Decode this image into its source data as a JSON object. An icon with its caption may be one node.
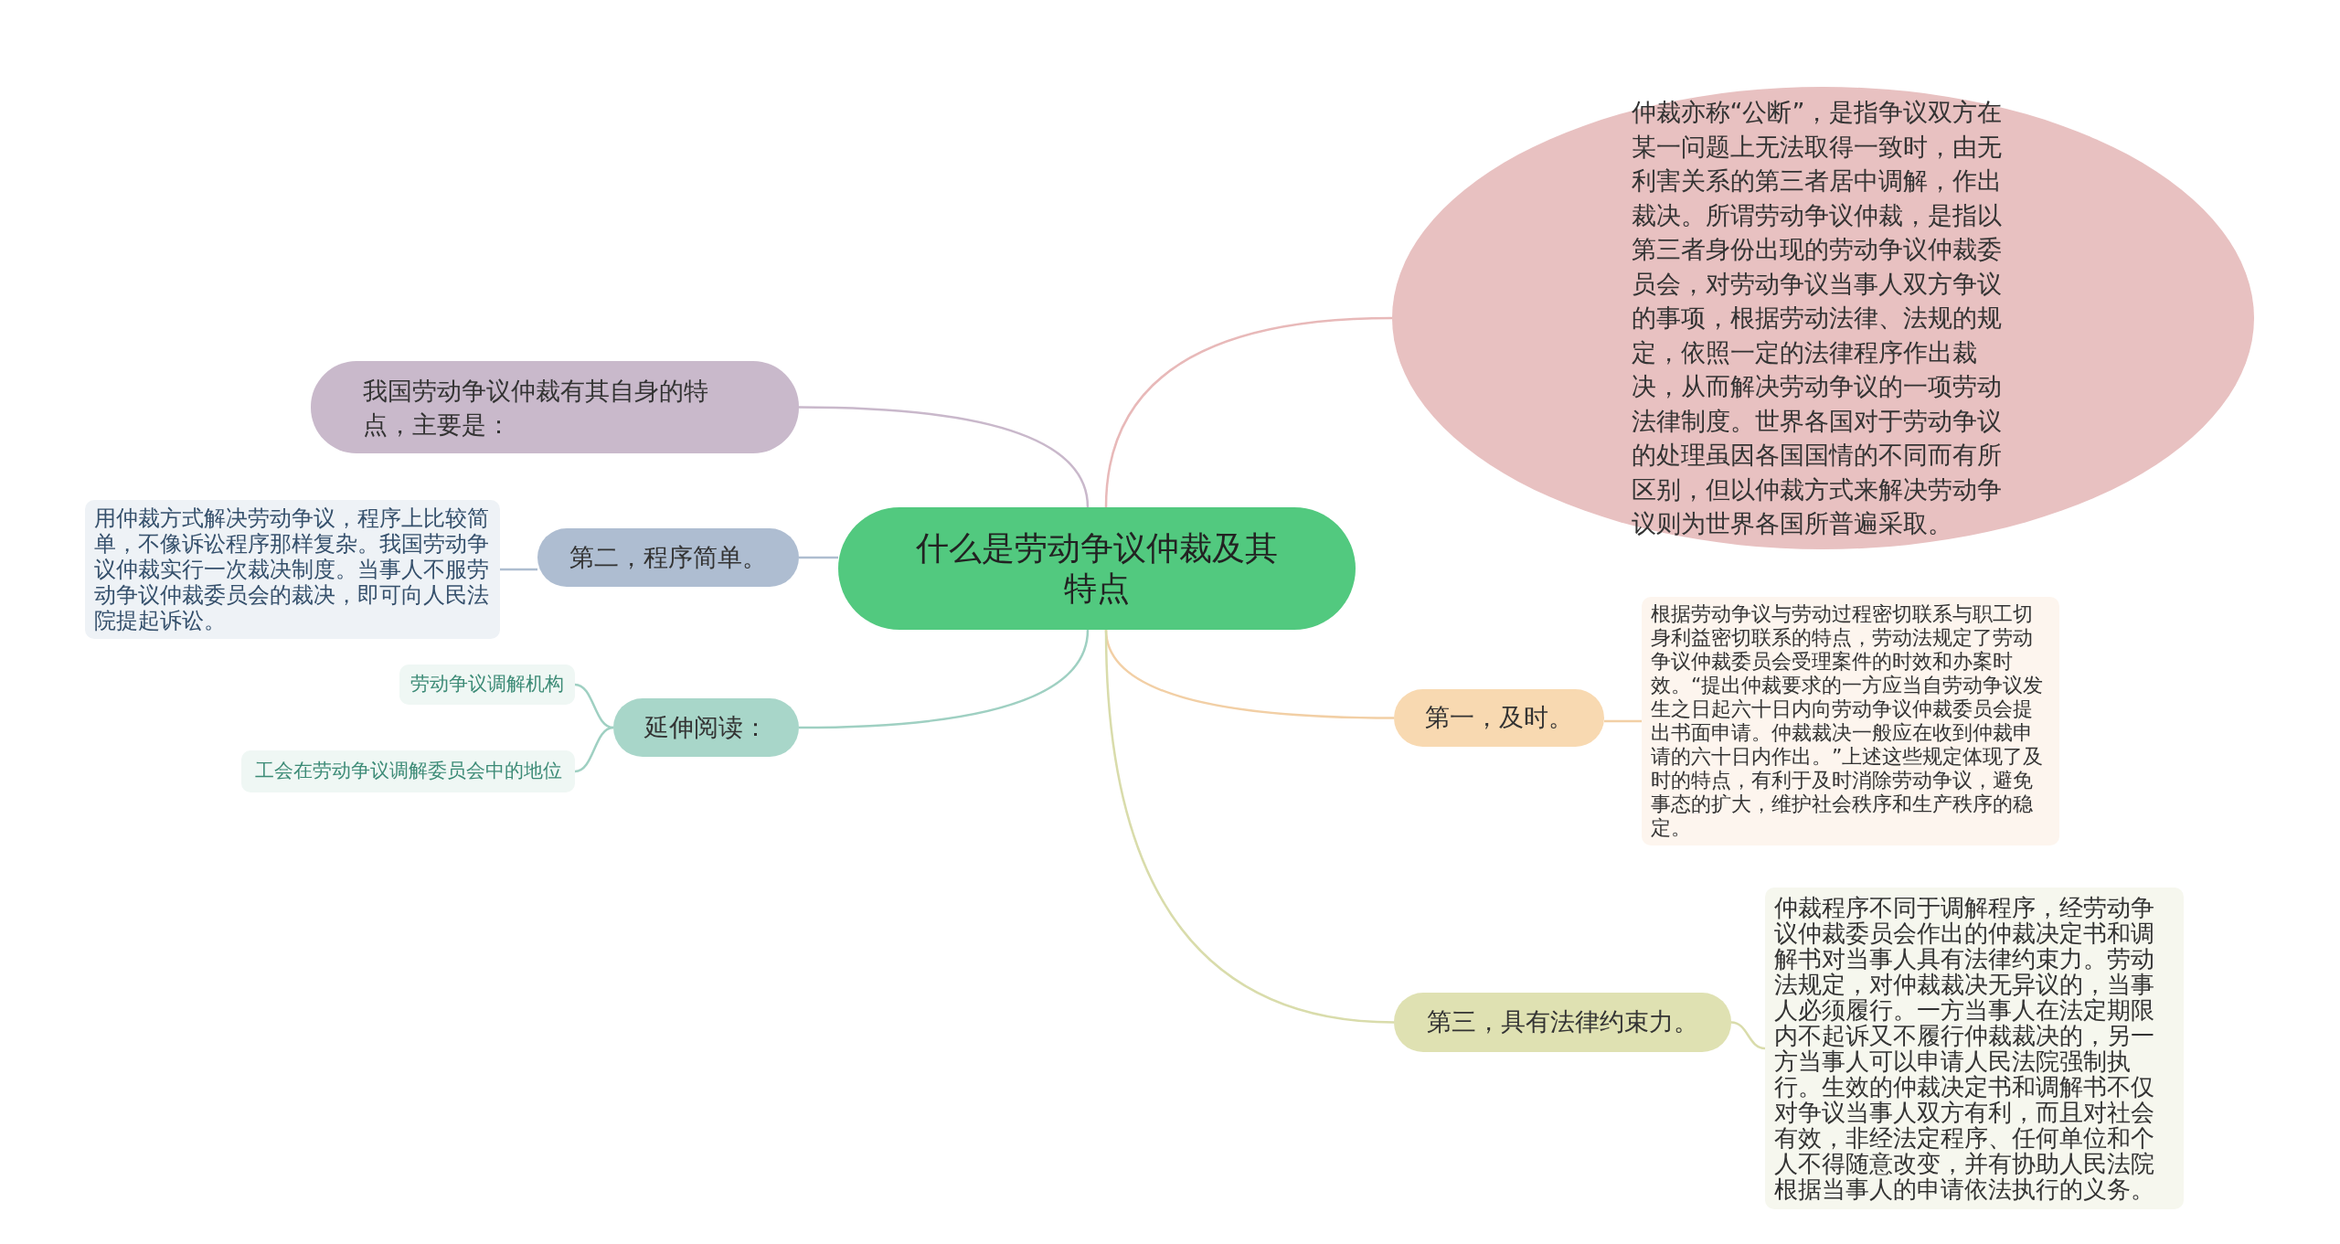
{
  "diagram": {
    "nodes": [
      {
        "text": [
          "什么是劳动争议仲裁及其特点"
        ]
      },
      {
        "text": [
          "仲裁亦称“公断”，是指争议双方在某一问题上无法取得一致时，由无利害关系的第三者居中调解，作出裁决。所谓劳动争议仲裁，是指以第三者身份出现的劳动争议仲裁委员会，对劳动争议当事人双方争议的事项，根据劳动法律、法规的规定，依照一定的法律程序作出裁决，从而解决劳动争议的一项劳动法律制度。世界各国对于劳动争议的处理虽因各国国情的不同而有所区别，但以仲裁方式来解决劳动争议则为世界各国所普遍采取。"
        ]
      },
      {
        "text": [
          "我国劳动争议仲裁有其自身的特点，主要是："
        ]
      },
      {
        "text": [
          "第二，程序简单。"
        ]
      },
      {
        "text": [
          "用仲裁方式解决劳动争议，程序上比较简单，不像诉讼程序那样复杂。我国劳动争议仲裁实行一次裁决制度。当事人不服劳动争议仲裁委员会的裁决，即可向人民法院提起诉讼。"
        ]
      },
      {
        "text": [
          "延伸阅读："
        ]
      },
      {
        "text": [
          "劳动争议调解机构"
        ]
      },
      {
        "text": [
          "工会在劳动争议调解委员会中的地位"
        ]
      },
      {
        "text": [
          "第一，及时。"
        ]
      },
      {
        "text": [
          "根据劳动争议与劳动过程密切联系与职工切身利益密切联系的特点，劳动法规定了劳动争议仲裁委员会受理案件的时效和办案时效。“提出仲裁要求的一方应当自劳动争议发生之日起六十日内向劳动争议仲裁委员会提出书面申请。仲裁裁决一般应在收到仲裁申请的六十日内作出。”上述这些规定体现了及时的特点，有利于及时消除劳动争议，避免事态的扩大，维护社会秩序和生产秩序的稳定。"
        ]
      },
      {
        "text": [
          "第三，具有法律约束力。"
        ]
      },
      {
        "text": [
          "仲裁程序不同于调解程序，经劳动争议仲裁委员会作出的仲裁决定书和调解书对当事人具有法律约束力。劳动法规定，对仲裁裁决无异议的，当事人必须履行。一方当事人在法定期限内不起诉又不履行仲裁裁决的，另一方当事人可以申请人民法院强制执行。生效的仲裁决定书和调解书不仅对争议当事人双方有利，而且对社会有效，非经法定程序、任何单位和个人不得随意改变，并有协助人民法院根据当事人的申请依法执行的义务。"
        ]
      }
    ],
    "edges": [
      {
        "from": 0,
        "to": 1,
        "arrow": "none",
        "color": "#e8b9b9"
      },
      {
        "from": 0,
        "to": 2,
        "arrow": "none",
        "color": "#c9b8cb"
      },
      {
        "from": 0,
        "to": 3,
        "arrow": "none",
        "color": "#aebdd0"
      },
      {
        "from": 3,
        "to": 4,
        "arrow": "none",
        "color": "#aebdd0"
      },
      {
        "from": 0,
        "to": 5,
        "arrow": "none",
        "color": "#9fd0c2"
      },
      {
        "from": 5,
        "to": 6,
        "arrow": "none",
        "color": "#9fd0c2"
      },
      {
        "from": 5,
        "to": 7,
        "arrow": "none",
        "color": "#9fd0c2"
      },
      {
        "from": 0,
        "to": 8,
        "arrow": "none",
        "color": "#f2cfa5"
      },
      {
        "from": 8,
        "to": 9,
        "arrow": "none",
        "color": "#f2cfa5"
      },
      {
        "from": 0,
        "to": 10,
        "arrow": "none",
        "color": "#d9dcab"
      },
      {
        "from": 10,
        "to": 11,
        "arrow": "none",
        "color": "#d9dcab"
      }
    ]
  }
}
